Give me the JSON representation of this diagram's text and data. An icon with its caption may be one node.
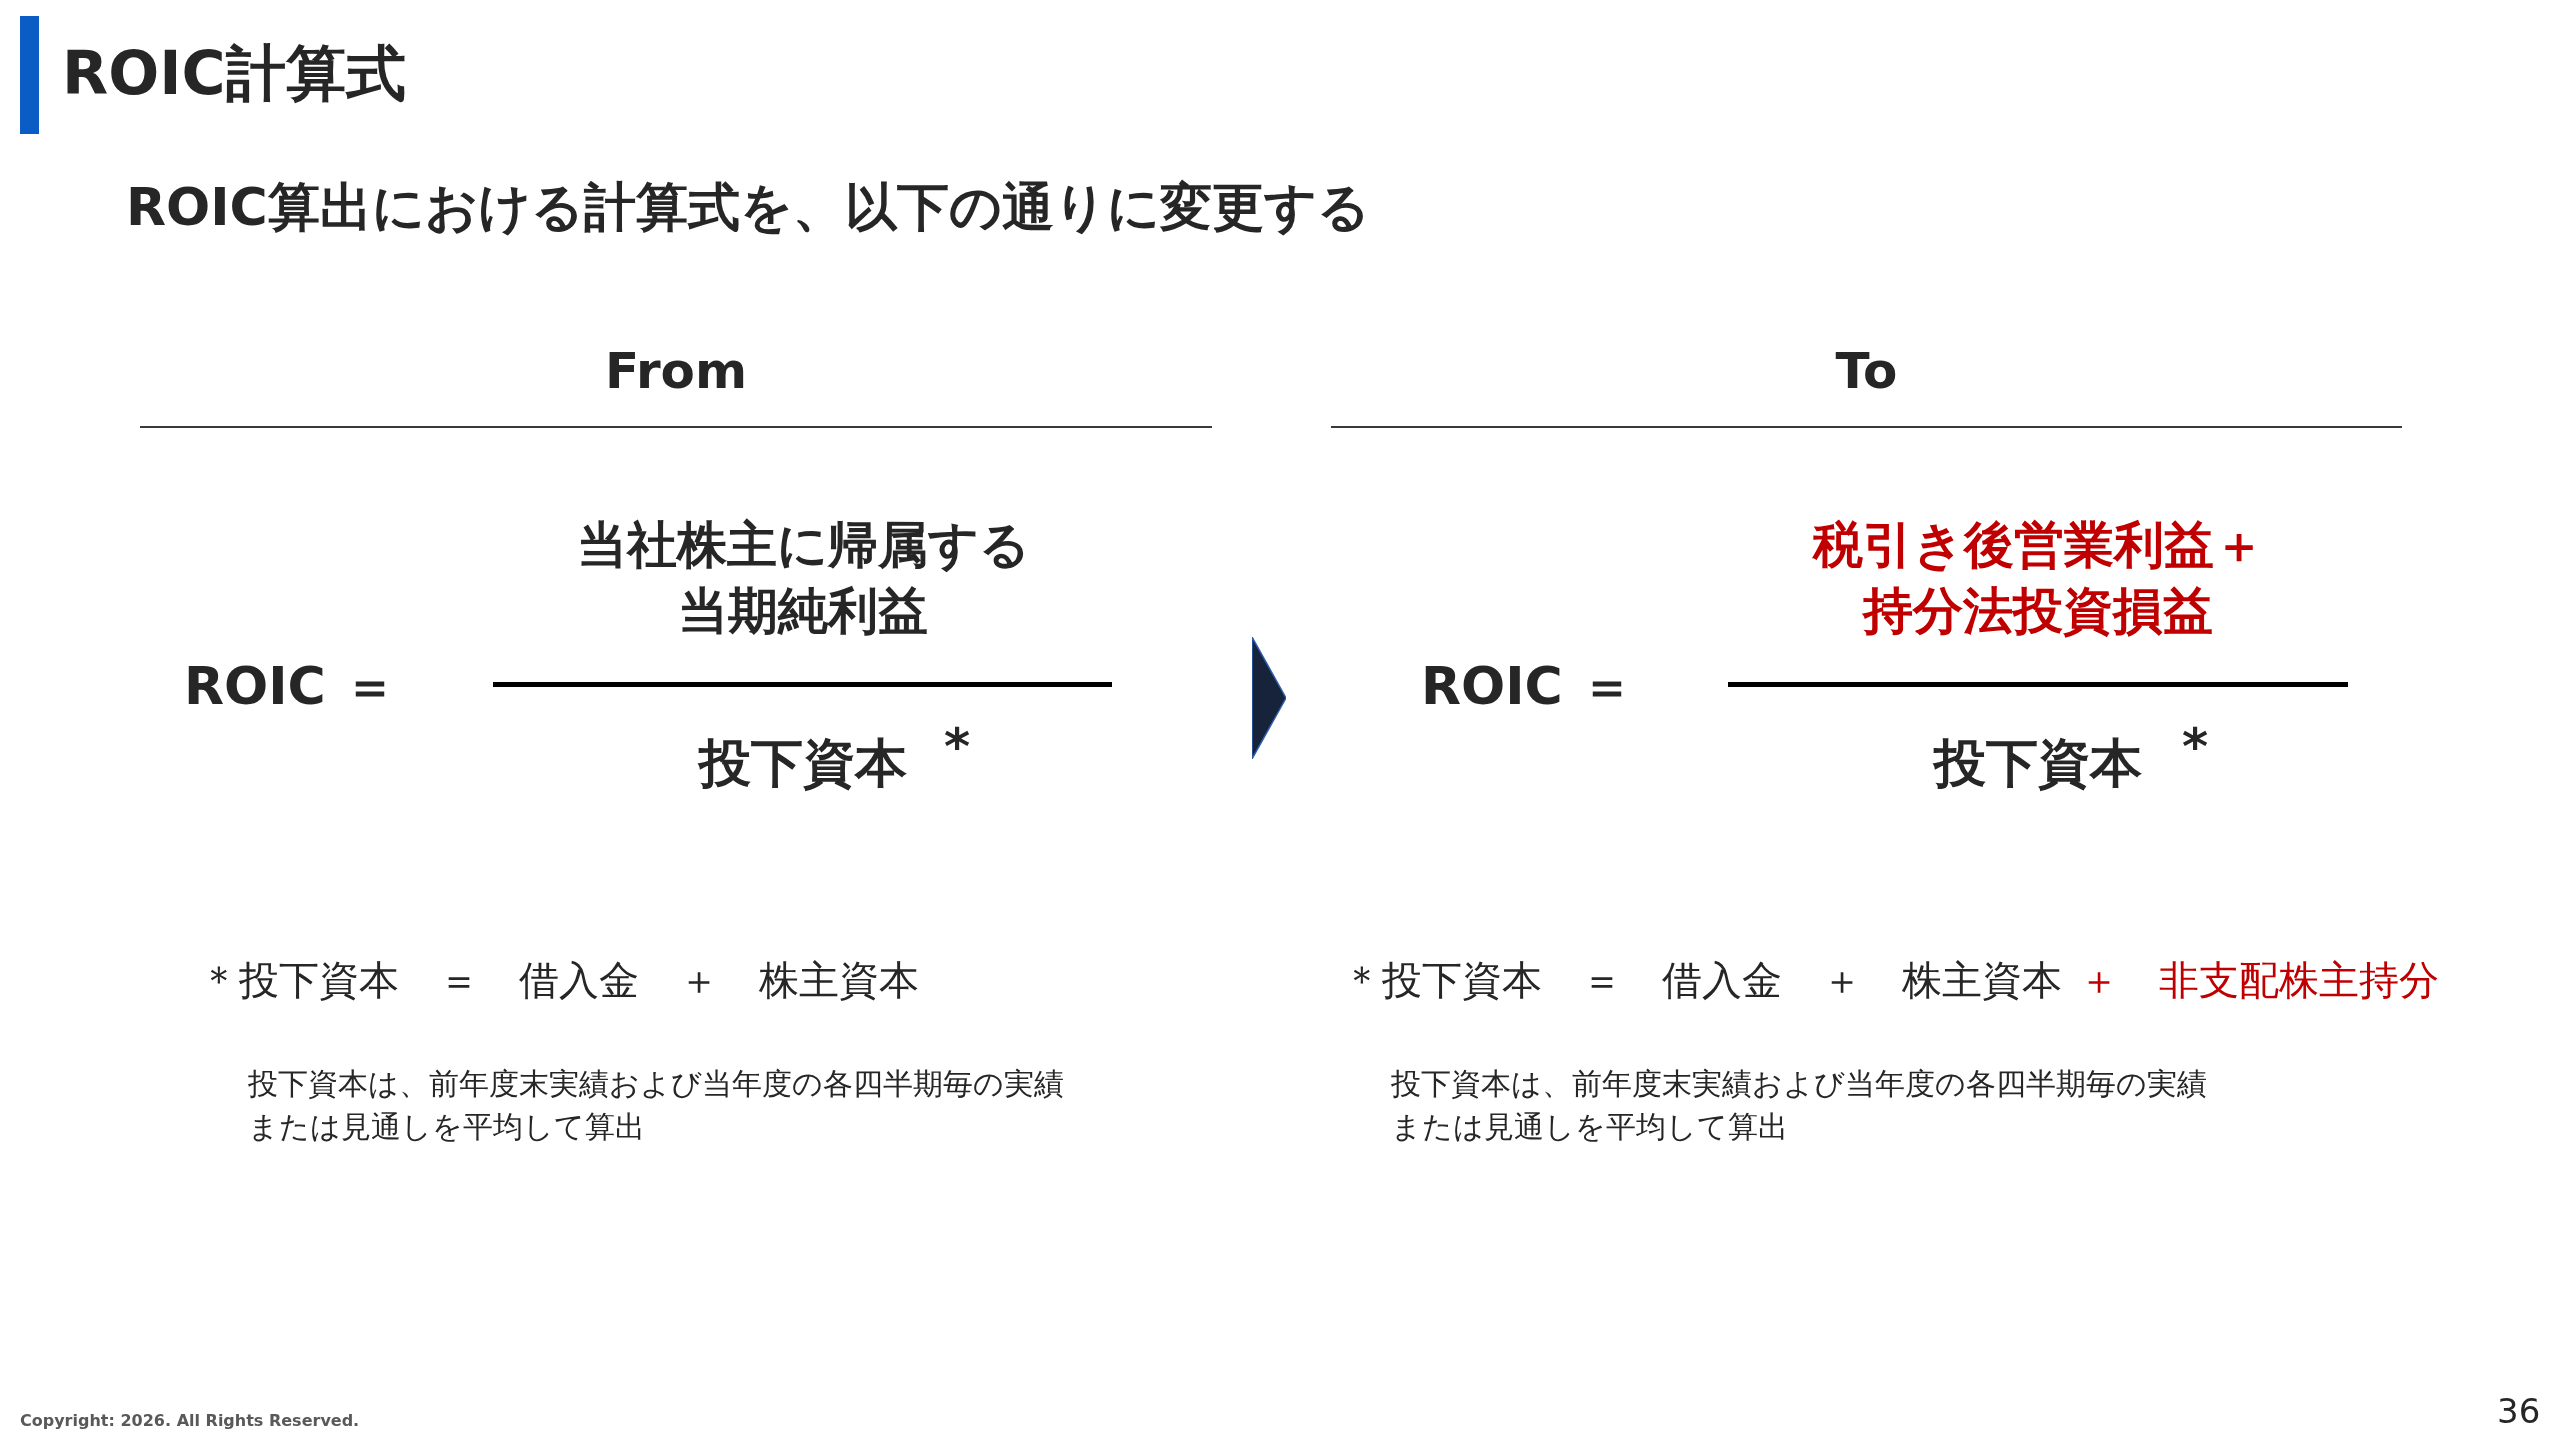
{
  "diagram": {
    "title": "ROIC計算式",
    "nodes": [
      {
        "text": [
          "From",
          "ROIC ＝",
          "当社株主に帰属する当期純利益",
          "投下資本",
          "*"
        ]
      },
      {
        "text": [
          "To",
          "ROIC ＝",
          "税引き後営業利益＋持分法投資損益",
          "投下資本",
          "*"
        ]
      }
    ],
    "edges": [
      {
        "from": 0,
        "to": 1,
        "arrow": "to"
      }
    ],
    "labels": [
      "ROIC算出における計算式を、以下の通りに変更する",
      "＊投下資本　＝　借入金　＋　株主資本",
      "＊投下資本　＝　借入金　＋　株主資本",
      "＋　非支配株主持分",
      "投下資本は、前年度末実績および当年度の各四半期毎の実績または見通しを平均して算出",
      "投下資本は、前年度末実績および当年度の各四半期毎の実績または見通しを平均して算出",
      "Copyright: 2026. All Rights Reserved.",
      "36"
    ]
  }
}
